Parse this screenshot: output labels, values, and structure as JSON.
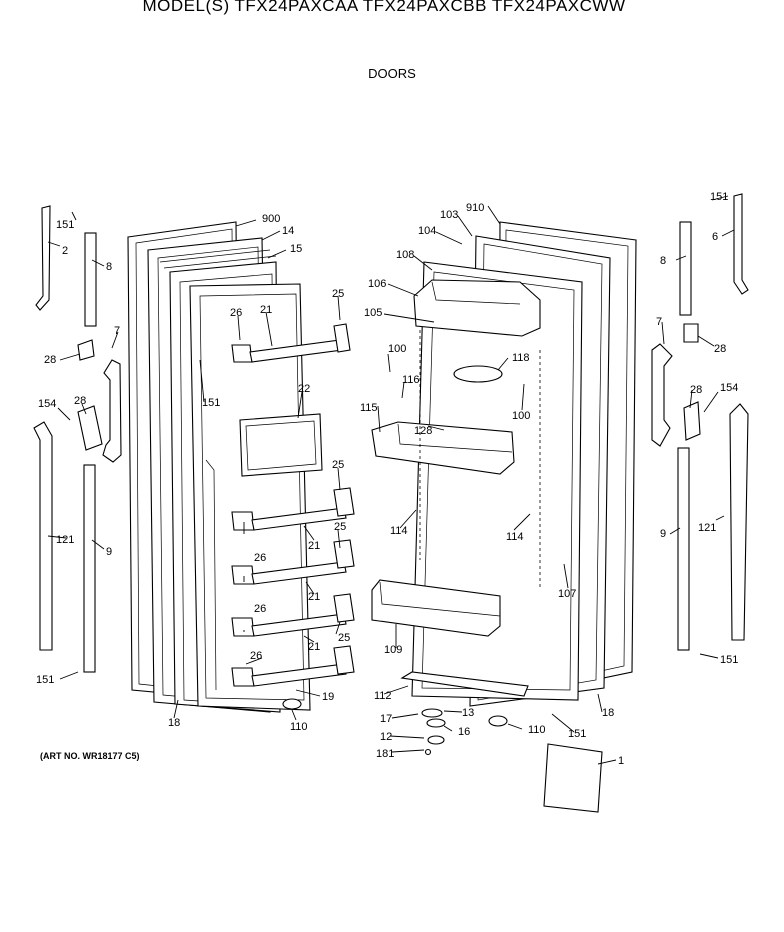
{
  "header": {
    "model_title": "MODEL(S) TFX24PAXCAA  TFX24PAXCBB  TFX24PAXCWW",
    "section_title": "DOORS"
  },
  "art_number": "(ART NO. WR18177 C5)",
  "callouts": [
    {
      "id": "c1",
      "text": "151"
    },
    {
      "id": "c2",
      "text": "2"
    },
    {
      "id": "c3",
      "text": "8"
    },
    {
      "id": "c4",
      "text": "7"
    },
    {
      "id": "c5",
      "text": "28"
    },
    {
      "id": "c6",
      "text": "154"
    },
    {
      "id": "c7",
      "text": "28"
    },
    {
      "id": "c8",
      "text": "121"
    },
    {
      "id": "c9",
      "text": "9"
    },
    {
      "id": "c10",
      "text": "151"
    },
    {
      "id": "c11",
      "text": "900"
    },
    {
      "id": "c12",
      "text": "14"
    },
    {
      "id": "c13",
      "text": "15"
    },
    {
      "id": "c14",
      "text": "25"
    },
    {
      "id": "c15",
      "text": "26"
    },
    {
      "id": "c16",
      "text": "21"
    },
    {
      "id": "c17",
      "text": "151"
    },
    {
      "id": "c18",
      "text": "22"
    },
    {
      "id": "c19",
      "text": "25"
    },
    {
      "id": "c20",
      "text": "26"
    },
    {
      "id": "c21",
      "text": "21"
    },
    {
      "id": "c22",
      "text": "25"
    },
    {
      "id": "c23",
      "text": "26"
    },
    {
      "id": "c24",
      "text": "21"
    },
    {
      "id": "c25",
      "text": "25"
    },
    {
      "id": "c26",
      "text": "26"
    },
    {
      "id": "c27",
      "text": "21"
    },
    {
      "id": "c28",
      "text": "19"
    },
    {
      "id": "c29",
      "text": "110"
    },
    {
      "id": "c30",
      "text": "18"
    },
    {
      "id": "c31",
      "text": "910"
    },
    {
      "id": "c32",
      "text": "103"
    },
    {
      "id": "c33",
      "text": "104"
    },
    {
      "id": "c34",
      "text": "108"
    },
    {
      "id": "c35",
      "text": "106"
    },
    {
      "id": "c36",
      "text": "105"
    },
    {
      "id": "c37",
      "text": "100"
    },
    {
      "id": "c38",
      "text": "116"
    },
    {
      "id": "c39",
      "text": "118"
    },
    {
      "id": "c40",
      "text": "100"
    },
    {
      "id": "c41",
      "text": "115"
    },
    {
      "id": "c42",
      "text": "128"
    },
    {
      "id": "c43",
      "text": "114"
    },
    {
      "id": "c44",
      "text": "114"
    },
    {
      "id": "c45",
      "text": "107"
    },
    {
      "id": "c46",
      "text": "109"
    },
    {
      "id": "c47",
      "text": "112"
    },
    {
      "id": "c48",
      "text": "13"
    },
    {
      "id": "c49",
      "text": "17"
    },
    {
      "id": "c50",
      "text": "16"
    },
    {
      "id": "c51",
      "text": "12"
    },
    {
      "id": "c52",
      "text": "181"
    },
    {
      "id": "c53",
      "text": "110"
    },
    {
      "id": "c54",
      "text": "151"
    },
    {
      "id": "c55",
      "text": "18"
    },
    {
      "id": "c56",
      "text": "1"
    },
    {
      "id": "c57",
      "text": "151"
    },
    {
      "id": "c58",
      "text": "6"
    },
    {
      "id": "c59",
      "text": "8"
    },
    {
      "id": "c60",
      "text": "7"
    },
    {
      "id": "c61",
      "text": "28"
    },
    {
      "id": "c62",
      "text": "28"
    },
    {
      "id": "c63",
      "text": "154"
    },
    {
      "id": "c64",
      "text": "9"
    },
    {
      "id": "c65",
      "text": "121"
    },
    {
      "id": "c66",
      "text": "151"
    }
  ]
}
